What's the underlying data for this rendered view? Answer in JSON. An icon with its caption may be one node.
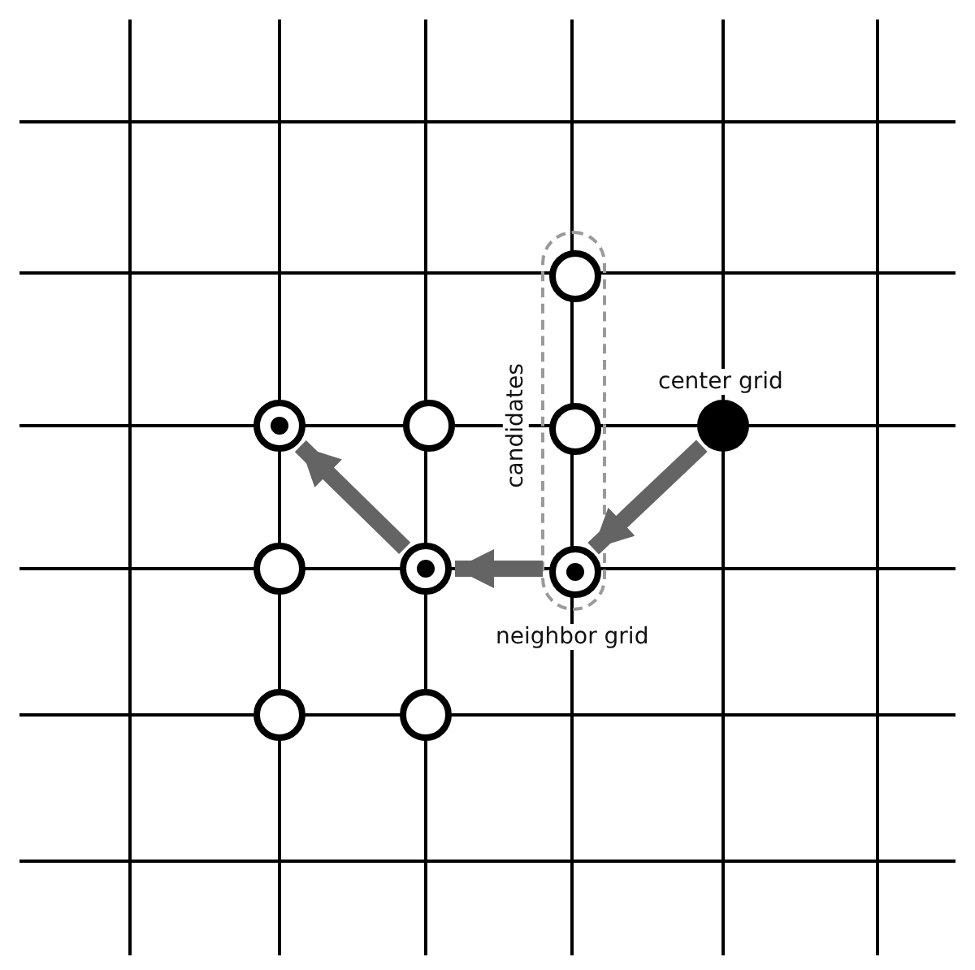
{
  "diagram": {
    "nodes": [
      {
        "text": [
          "candidates"
        ]
      },
      {
        "text": [],
        "shape": "circle",
        "in": 0
      },
      {
        "text": [],
        "shape": "circle"
      },
      {
        "text": [],
        "shape": "circle"
      },
      {
        "text": [],
        "shape": "circle",
        "in": 0
      },
      {
        "text": [],
        "shape": "circle",
        "beside": [
          "center grid"
        ]
      },
      {
        "text": [],
        "shape": "circle"
      },
      {
        "text": [],
        "shape": "circle"
      },
      {
        "text": [],
        "shape": "circle",
        "in": 0,
        "beside": [
          "neighbor grid"
        ]
      },
      {
        "text": [],
        "shape": "circle"
      },
      {
        "text": [],
        "shape": "circle"
      }
    ],
    "edges": [
      {
        "from": 5,
        "to": 8,
        "arrow": "to"
      },
      {
        "from": 8,
        "to": 7,
        "arrow": "to"
      },
      {
        "from": 7,
        "to": 2,
        "arrow": "to"
      }
    ]
  }
}
